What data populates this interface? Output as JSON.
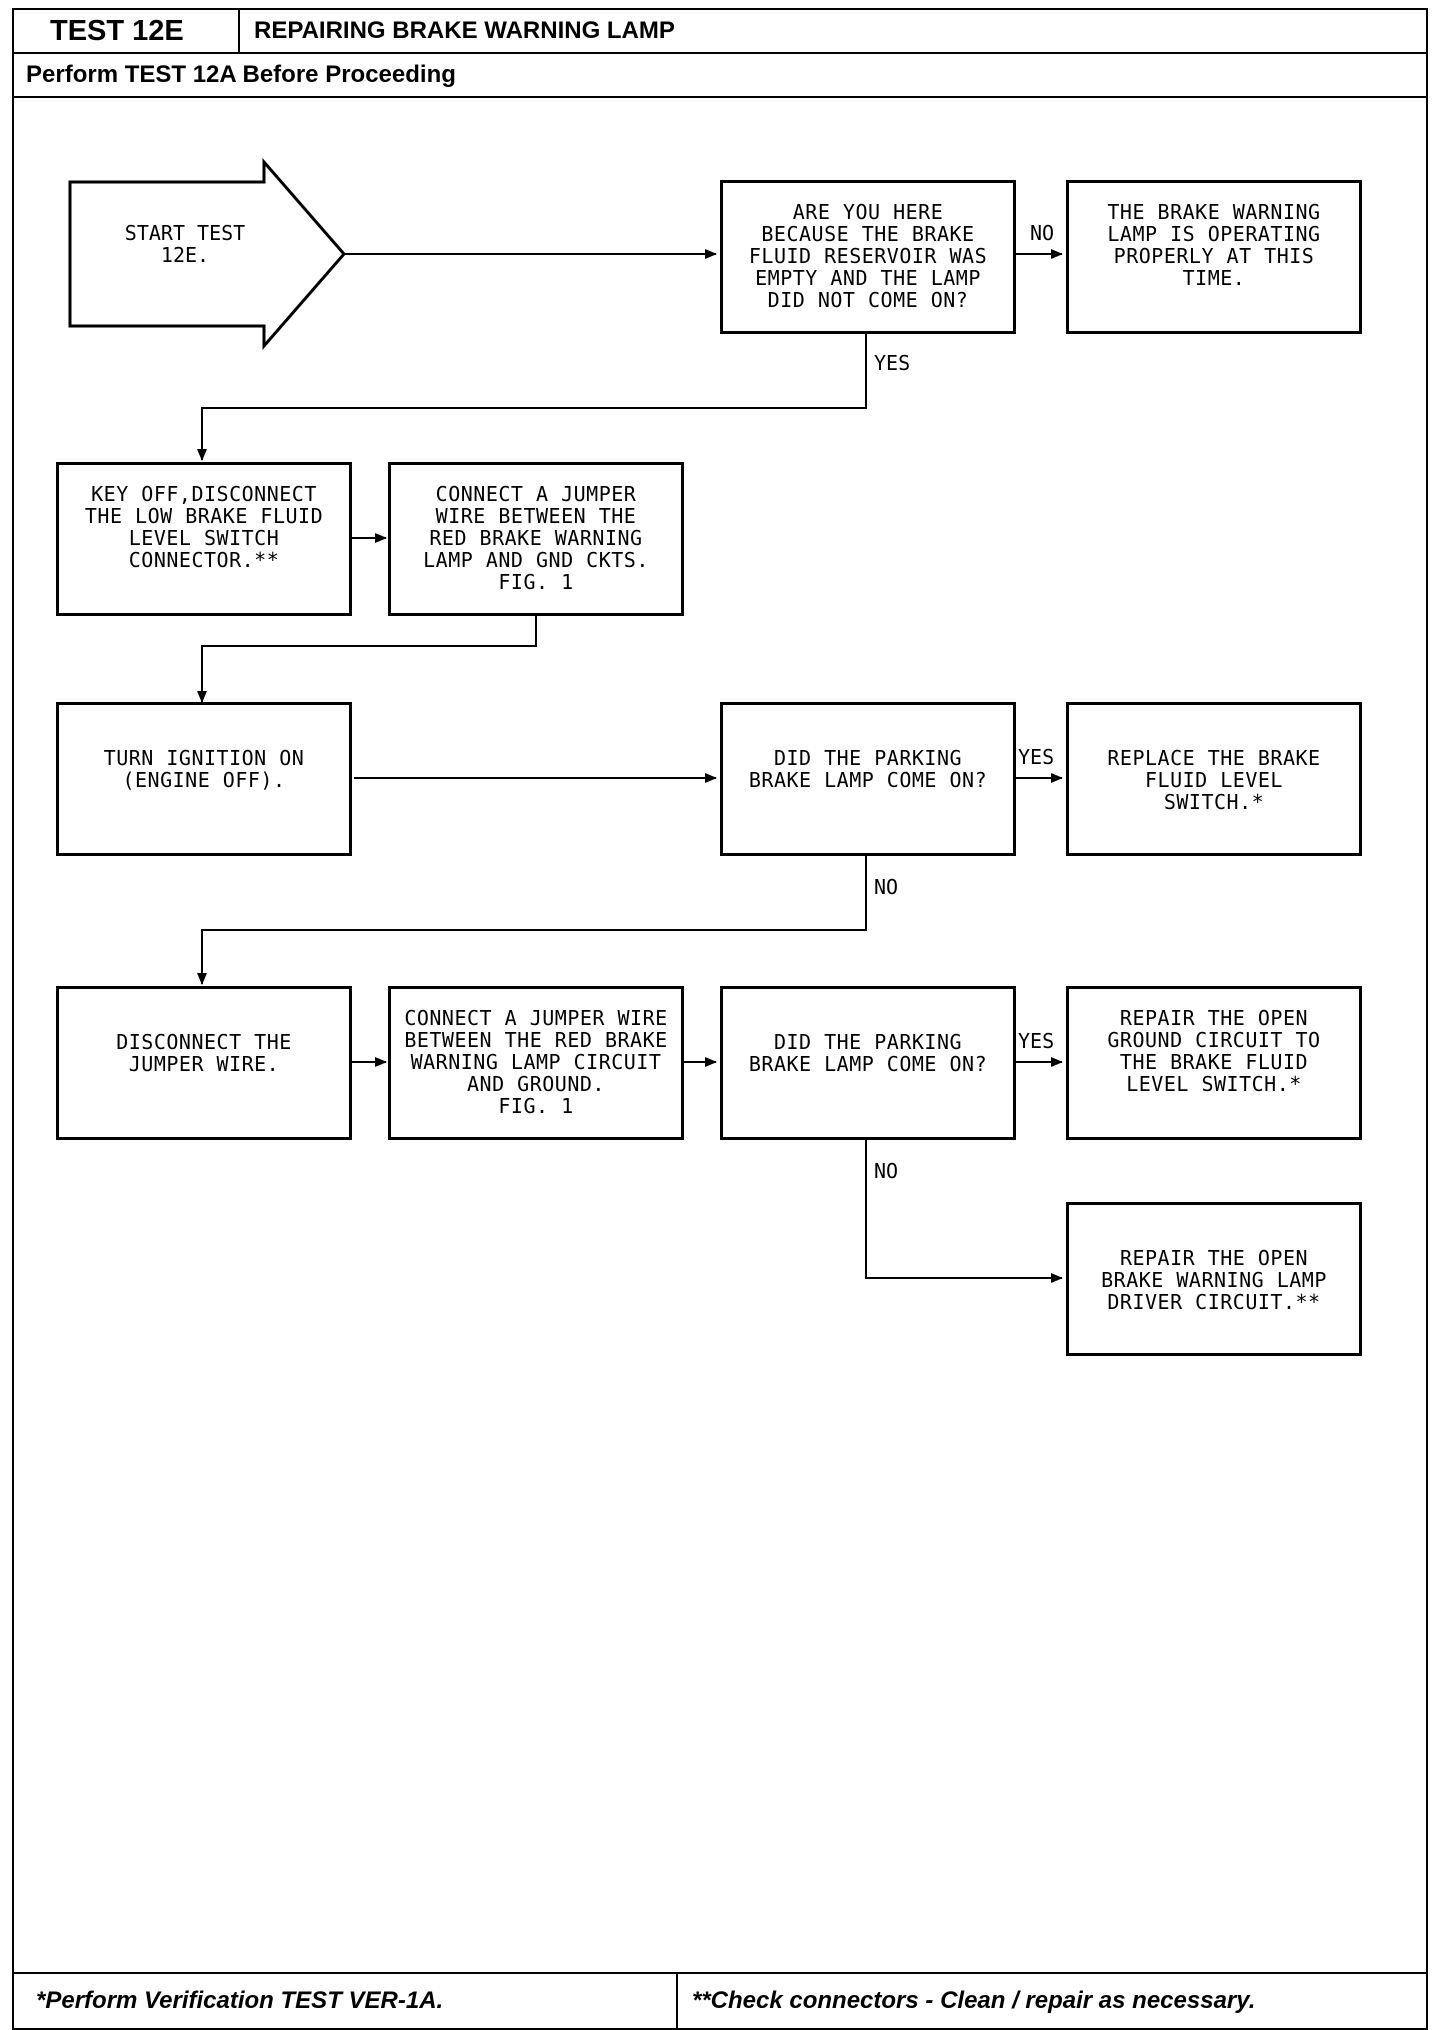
{
  "header": {
    "test_id": "TEST 12E",
    "title": "REPAIRING BRAKE WARNING LAMP",
    "prereq": "Perform TEST 12A Before Proceeding"
  },
  "flow": {
    "start": "START TEST\n12E.",
    "q1": "ARE YOU HERE\nBECAUSE THE BRAKE\nFLUID RESERVOIR WAS\nEMPTY AND THE LAMP\nDID NOT COME ON?",
    "q1_no_result": "THE BRAKE WARNING\nLAMP IS OPERATING\nPROPERLY AT THIS\nTIME.",
    "step_disconnect_switch": "KEY OFF,DISCONNECT\nTHE LOW BRAKE FLUID\nLEVEL SWITCH\nCONNECTOR.**",
    "step_connect_jumper_1": "CONNECT A JUMPER\nWIRE BETWEEN THE\nRED BRAKE WARNING\nLAMP AND GND CKTS.\nFIG. 1",
    "step_ignition_on": "TURN IGNITION ON\n(ENGINE OFF).",
    "q2": "DID THE PARKING\nBRAKE LAMP COME ON?",
    "q2_yes_result": "REPLACE THE BRAKE\nFLUID LEVEL\nSWITCH.*",
    "step_disconnect_jumper": "DISCONNECT THE\nJUMPER WIRE.",
    "step_connect_jumper_2": "CONNECT A JUMPER WIRE\nBETWEEN THE RED BRAKE\nWARNING LAMP CIRCUIT\nAND GROUND.\nFIG. 1",
    "q3": "DID THE PARKING\nBRAKE LAMP COME ON?",
    "q3_yes_result": "REPAIR THE OPEN\nGROUND CIRCUIT TO\nTHE BRAKE FLUID\nLEVEL SWITCH.*",
    "q3_no_result": "REPAIR THE OPEN\nBRAKE WARNING LAMP\nDRIVER CIRCUIT.**"
  },
  "labels": {
    "yes": "YES",
    "no": "NO"
  },
  "footer": {
    "left": "*Perform Verification TEST VER-1A.",
    "right": "**Check connectors - Clean / repair as necessary."
  }
}
